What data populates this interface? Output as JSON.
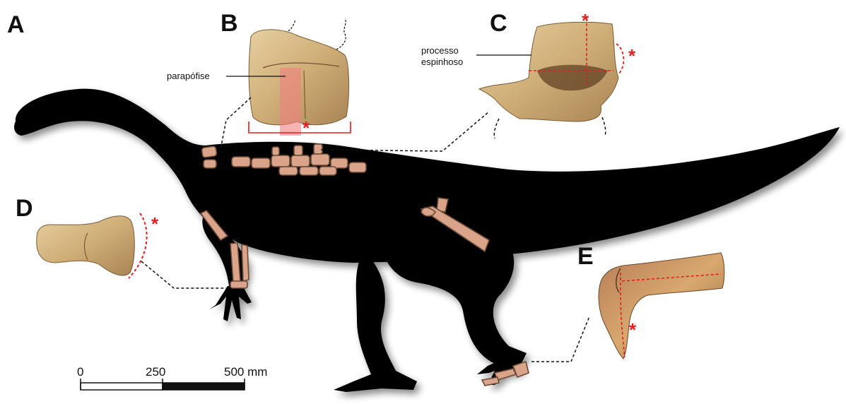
{
  "panels": {
    "a": "A",
    "b": "B",
    "c": "C",
    "d": "D",
    "e": "E"
  },
  "labels": {
    "parapofise": "parapófise",
    "processo_line1": "processo",
    "processo_line2": "espinhoso"
  },
  "markers": {
    "asterisk": "*"
  },
  "scale_bar": {
    "tick_0": "0",
    "tick_mid": "250",
    "tick_end": "500 mm"
  },
  "colors": {
    "silhouette": "#000000",
    "bone": "#d9a48a",
    "fossil_light": "#dcc08e",
    "fossil_dark": "#9e7a4c",
    "marker_red": "#e02020",
    "highlight_red": "#f08080"
  }
}
